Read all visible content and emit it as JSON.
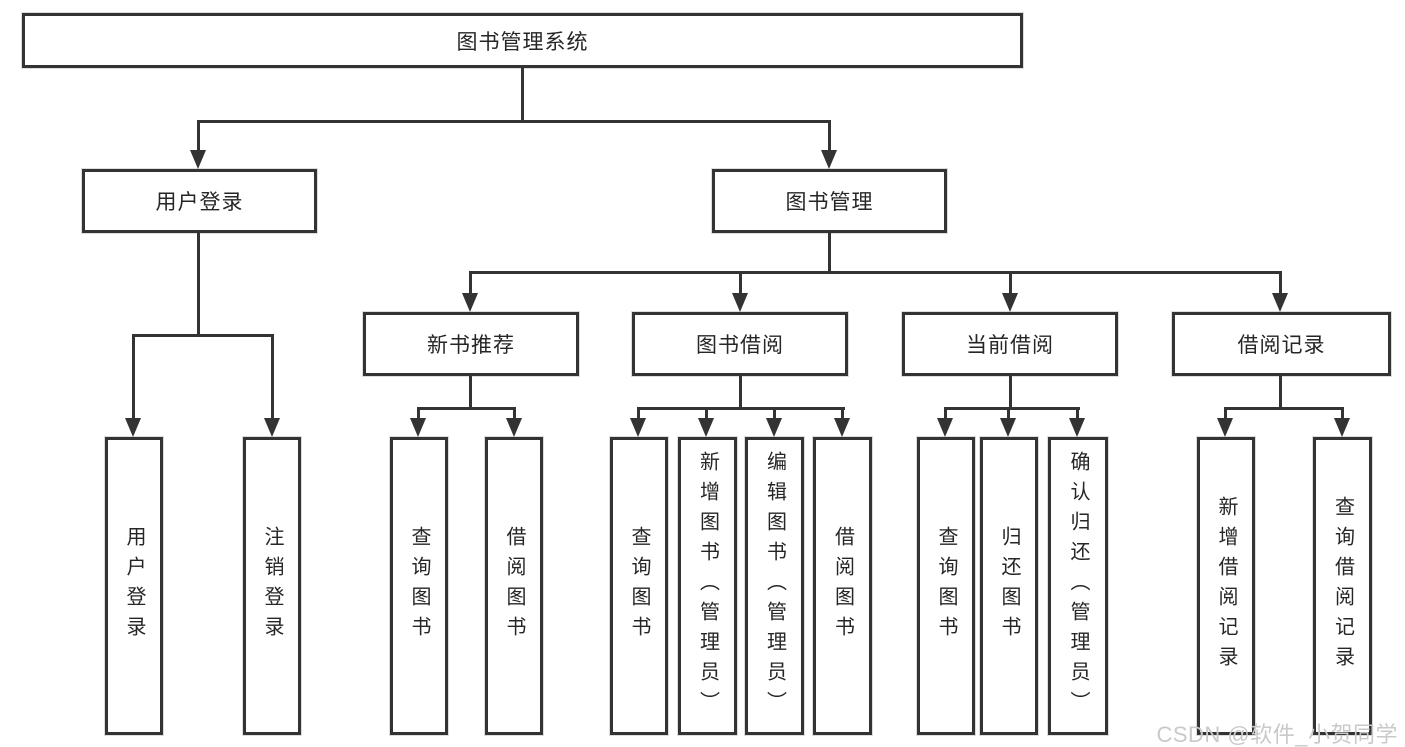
{
  "root": {
    "label": "图书管理系统"
  },
  "level2": [
    {
      "label": "用户登录"
    },
    {
      "label": "图书管理"
    }
  ],
  "level3": [
    {
      "label": "新书推荐"
    },
    {
      "label": "图书借阅"
    },
    {
      "label": "当前借阅"
    },
    {
      "label": "借阅记录"
    }
  ],
  "leaves": {
    "under_user_login": [
      "用户登录",
      "注销登录"
    ],
    "under_new_book_recommend": [
      "查询图书",
      "借阅图书"
    ],
    "under_book_borrow": [
      "查询图书",
      "新增图书（管理员）",
      "编辑图书（管理员）",
      "借阅图书"
    ],
    "under_current_borrow": [
      "查询图书",
      "归还图书",
      "确认归还（管理员）"
    ],
    "under_borrow_record": [
      "新增借阅记录",
      "查询借阅记录"
    ]
  },
  "watermark": "CSDN @软件_小贺同学",
  "colors": {
    "line": "#333333",
    "text": "#262626",
    "watermark": "#c9c9c9",
    "background": "#ffffff"
  }
}
